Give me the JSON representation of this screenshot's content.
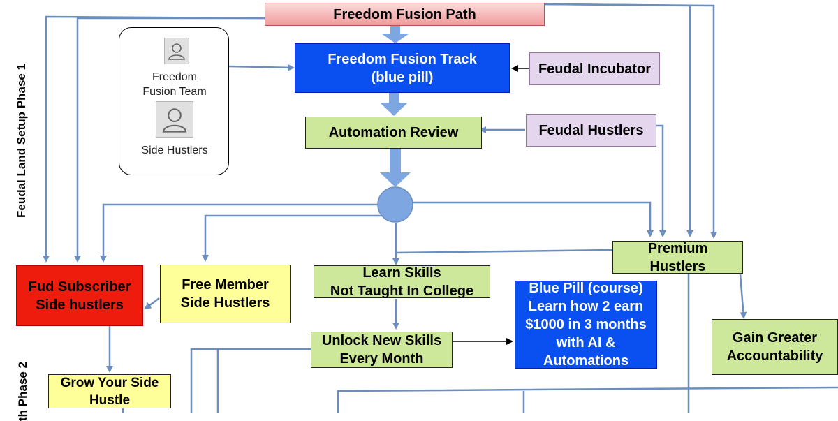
{
  "lanes": {
    "phase1": "Feudal Land Setup Phase 1",
    "phase2_partial": "th Phase 2"
  },
  "legend": {
    "team_label": "Freedom\nFusion Team",
    "hustlers_label": "Side Hustlers",
    "team_icon": "person-icon",
    "hustlers_icon": "person-icon"
  },
  "nodes": {
    "path": "Freedom Fusion Path",
    "track": "Freedom Fusion Track\n(blue pill)",
    "incubator": "Feudal Incubator",
    "automation": "Automation Review",
    "feudal_hustlers": "Feudal Hustlers",
    "premium": "Premium\nHustlers",
    "fud_subscriber": "Fud Subscriber\nSide hustlers",
    "free_member": "Free Member\nSide Hustlers",
    "learn_skills": "Learn Skills\nNot Taught In College",
    "blue_pill_course": "Blue Pill (course)\nLearn how 2 earn\n$1000 in 3 months\nwith AI &\nAutomations",
    "unlock": "Unlock New Skills\nEvery Month",
    "accountability": "Gain Greater\nAccountability",
    "grow": "Grow Your Side\nHustle"
  },
  "colors": {
    "path_fill": "#f4a7a7",
    "blue_node": "#0a4ff0",
    "lavender": "#e4d6ec",
    "green": "#cde89b",
    "yellow": "#ffff99",
    "red": "#ee1c0d",
    "connector": "#6c8ebf",
    "junction": "#7ea6e0"
  }
}
